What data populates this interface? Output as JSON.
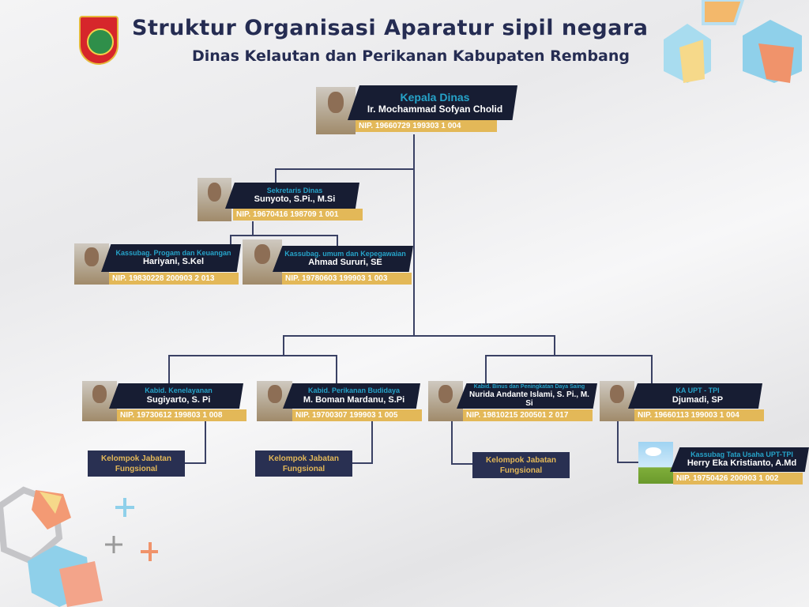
{
  "header": {
    "title": "Struktur Organisasi Aparatur sipil negara",
    "subtitle": "Dinas Kelautan dan Perikanan Kabupaten Rembang"
  },
  "people": [
    {
      "id": "kepala",
      "role": "Kepala Dinas",
      "name": "Ir. Mochammad Sofyan Cholid",
      "nip": "NIP. 19660729 199303 1 004"
    },
    {
      "id": "sekretaris",
      "role": "Sekretaris Dinas",
      "name": "Sunyoto, S.Pi., M.Si",
      "nip": "NIP. 19670416 198709 1 001"
    },
    {
      "id": "program",
      "role": "Kassubag. Progam dan Keuangan",
      "name": "Hariyani, S.Kel",
      "nip": "NIP. 19830228 200903 2 013"
    },
    {
      "id": "umum",
      "role": "Kassubag. umum dan Kepegawaian",
      "name": "Ahmad Sururi, SE",
      "nip": "NIP. 19780603 199903 1 003"
    },
    {
      "id": "kenelayanan",
      "role": "Kabid. Kenelayanan",
      "name": "Sugiyarto, S. Pi",
      "nip": "NIP. 19730612 199803 1 008"
    },
    {
      "id": "budidaya",
      "role": "Kabid. Perikanan Budidaya",
      "name": "M. Boman Mardanu, S.Pi",
      "nip": "NIP. 19700307 199903 1 005"
    },
    {
      "id": "binus",
      "role": "Kabid. Binus dan Peningkatan Daya Saing",
      "name": "Nurida Andante Islami, S. Pi., M. Si",
      "nip": "NIP. 19810215 200501 2 017"
    },
    {
      "id": "upt",
      "role": "KA UPT - TPI",
      "name": "Djumadi, SP",
      "nip": "NIP. 19660113 199003 1 004"
    },
    {
      "id": "tatausaha",
      "role": "Kassubag Tata Usaha UPT-TPI",
      "name": "Herry Eka Kristianto, A.Md",
      "nip": "NIP. 19750426 200903 1 002"
    }
  ],
  "groups": [
    {
      "label": "Kelompok Jabatan Fungsional"
    },
    {
      "label": "Kelompok Jabatan Fungsional"
    },
    {
      "label": "Kelompok Jabatan Fungsional"
    }
  ],
  "colors": {
    "navy": "#171d33",
    "gold": "#e3b858",
    "cyan": "#26a3c9",
    "title": "#252c52"
  }
}
